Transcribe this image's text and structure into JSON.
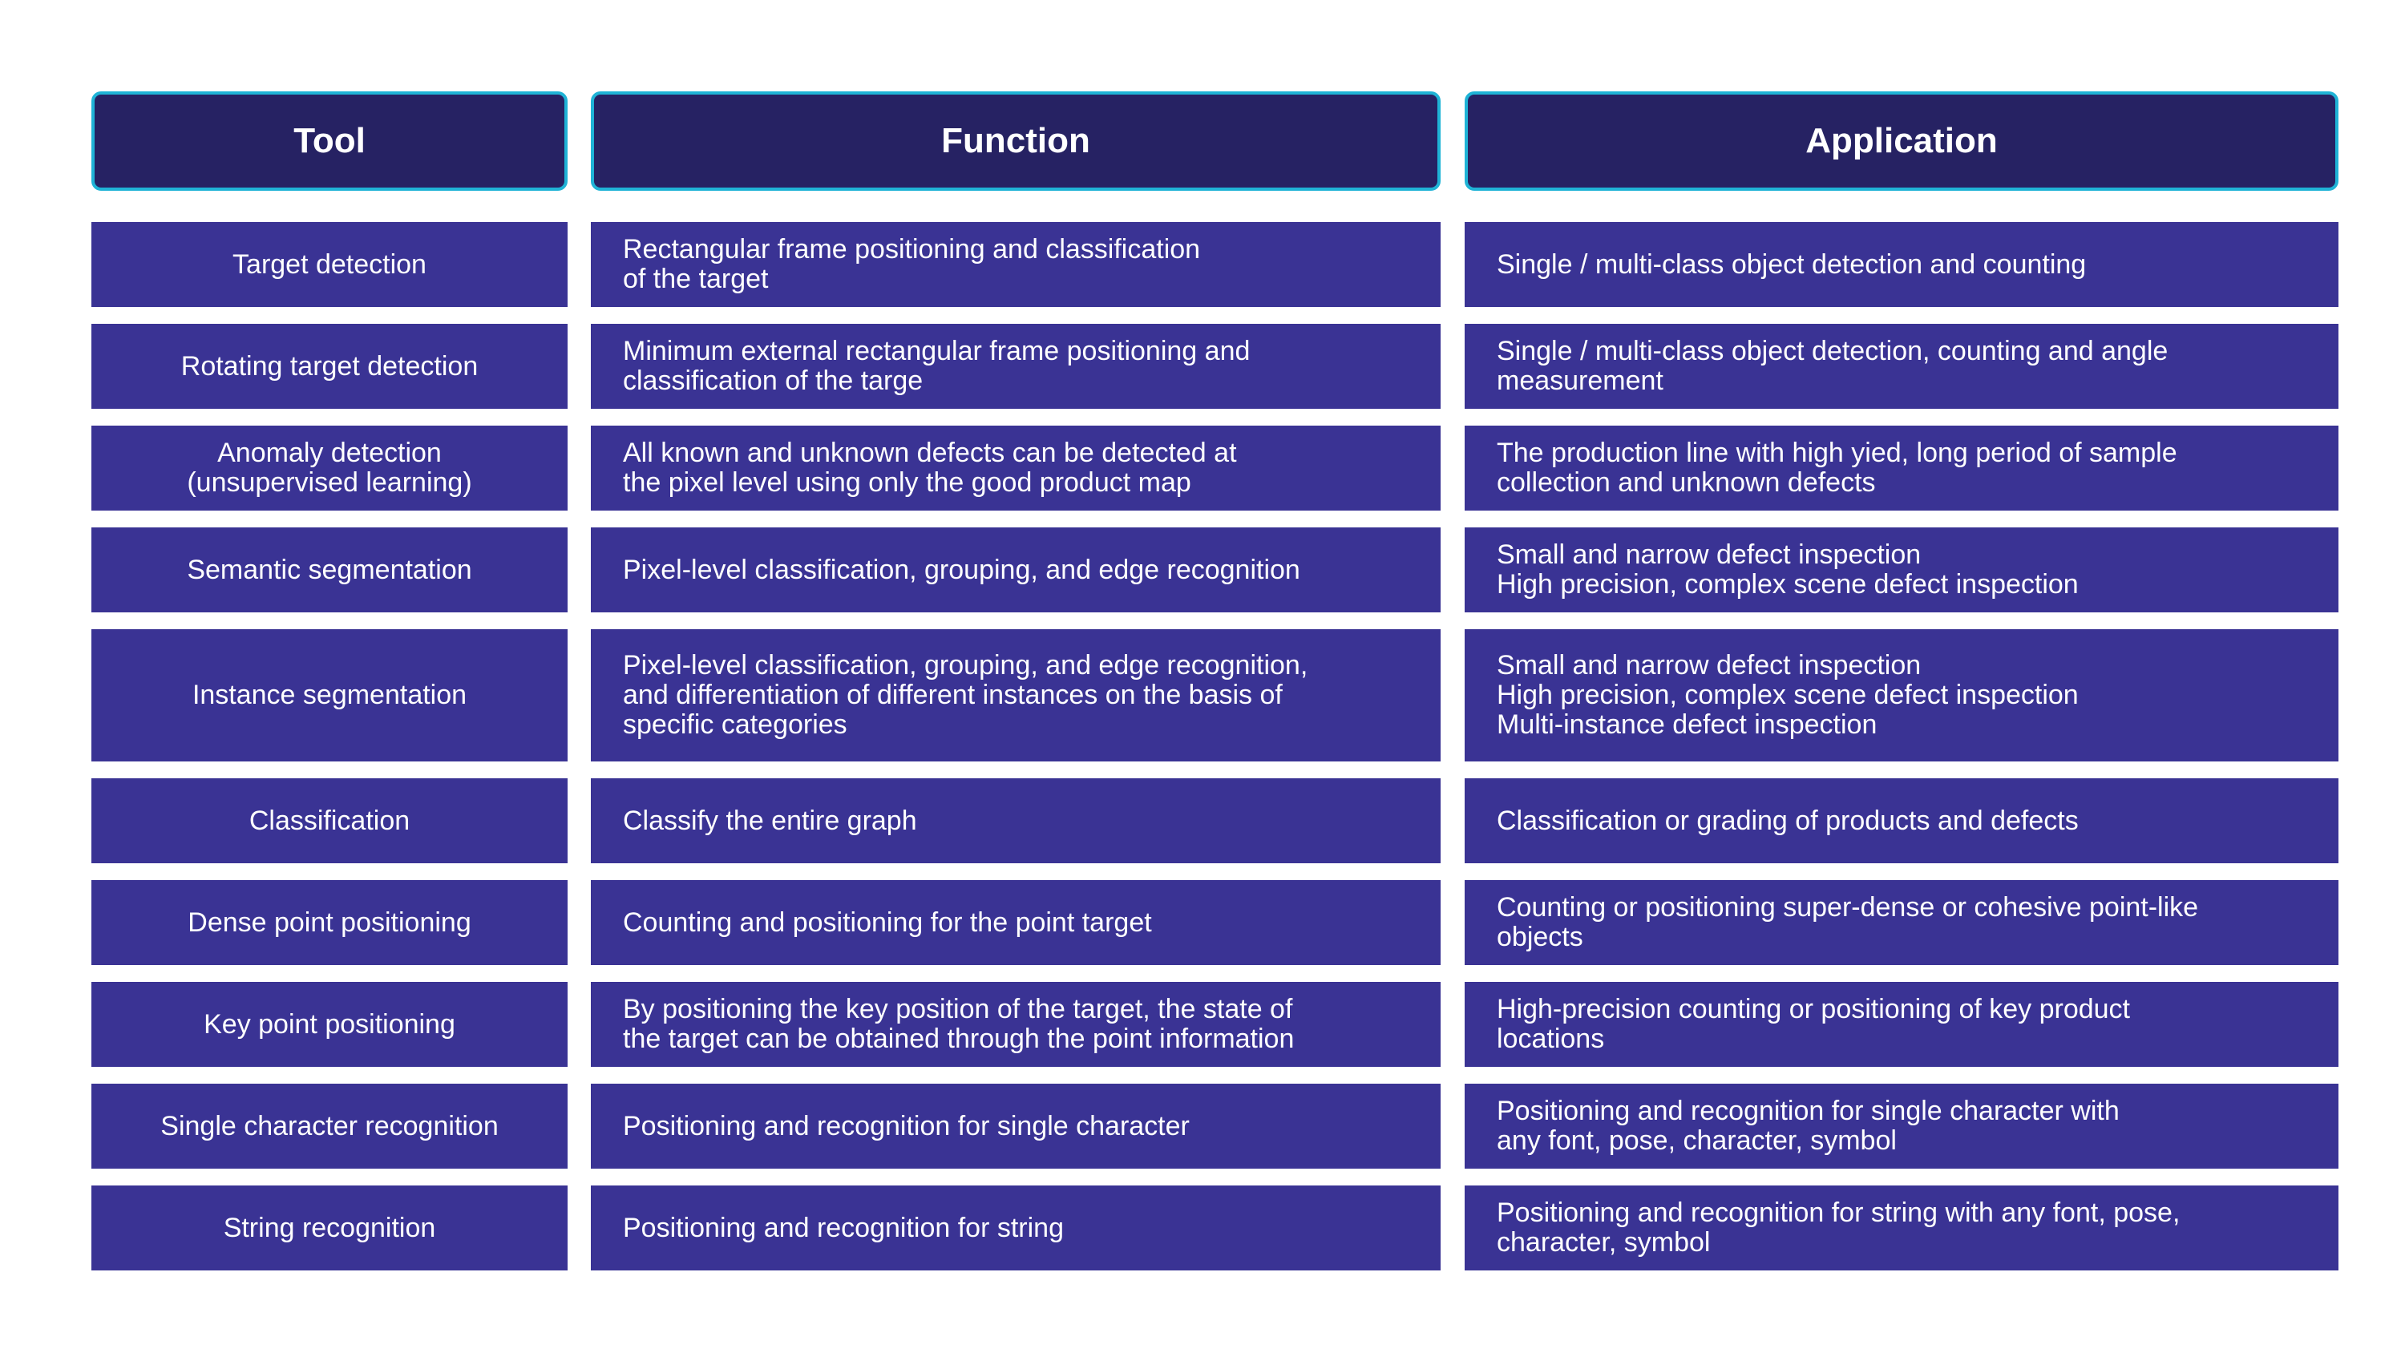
{
  "colors": {
    "header_bg": "#262263",
    "header_border": "#1fb3d6",
    "cell_bg": "#3a3394",
    "text": "#ffffff"
  },
  "headers": {
    "tool": "Tool",
    "function": "Function",
    "application": "Application"
  },
  "rows": [
    {
      "tool": "Target detection",
      "function": "Rectangular frame positioning and classification\nof the target",
      "application": "Single / multi-class object detection and counting"
    },
    {
      "tool": "Rotating target detection",
      "function": "Minimum external rectangular frame positioning and\nclassification of the targe",
      "application": "Single / multi-class object detection, counting and angle\nmeasurement"
    },
    {
      "tool": "Anomaly detection\n(unsupervised learning)",
      "function": "All known and unknown defects can be detected at\nthe pixel level using only the good product map",
      "application": "The production line with high yied, long period of sample\ncollection and unknown defects"
    },
    {
      "tool": "Semantic segmentation",
      "function": "Pixel-level classification, grouping, and edge recognition",
      "application": "Small and narrow defect inspection\nHigh precision, complex scene defect inspection"
    },
    {
      "tool": "Instance segmentation",
      "function": "Pixel-level classification, grouping, and edge recognition,\nand differentiation of different instances on the basis of\nspecific categories",
      "application": "Small and narrow defect inspection\nHigh precision, complex scene defect inspection\nMulti-instance defect inspection"
    },
    {
      "tool": "Classification",
      "function": "Classify the entire graph",
      "application": "Classification or grading of products and defects"
    },
    {
      "tool": "Dense point positioning",
      "function": "Counting and positioning for the point target",
      "application": "Counting or positioning super-dense or cohesive point-like\nobjects"
    },
    {
      "tool": "Key point positioning",
      "function": "By positioning the key position of the target, the state of\nthe target can be obtained through the point information",
      "application": "High-precision counting or positioning of key product\nlocations"
    },
    {
      "tool": "Single character recognition",
      "function": "Positioning and recognition for single character",
      "application": "Positioning and recognition for single character with\nany font, pose, character, symbol"
    },
    {
      "tool": "String recognition",
      "function": "Positioning and recognition for string",
      "application": "Positioning and recognition for string with any font, pose,\ncharacter, symbol"
    }
  ]
}
